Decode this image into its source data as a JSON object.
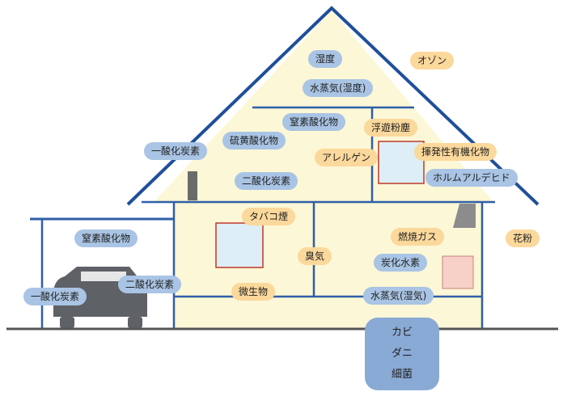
{
  "colors": {
    "roof": "#1f4f9a",
    "house_fill": "#fcf7d6",
    "wall_line": "#2f5fa8",
    "window_fill": "#ddeef6",
    "window_frame": "#c0392b",
    "blue_label": "#a9c4e4",
    "orange_label": "#fbd89b",
    "ground_box": "#8aaad6",
    "car": "#5e6166"
  },
  "labels": {
    "humidity": "湿度",
    "water_vapor_humidity": "水蒸気(湿度)",
    "ozone": "オゾン",
    "nitrogen_oxides_attic": "窒素酸化物",
    "suspended_dust": "浮遊粉塵",
    "carbon_monoxide_upper": "一酸化炭素",
    "sulfur_oxides": "硫黄酸化物",
    "allergen": "アレルゲン",
    "voc": "揮発性有機化物",
    "carbon_dioxide_upper": "二酸化炭素",
    "formaldehyde": "ホルムアルデヒド",
    "tobacco_smoke": "タバコ煙",
    "combustion_gas": "燃焼ガス",
    "pollen": "花粉",
    "nitrogen_oxides_garage": "窒素酸化物",
    "odor": "臭気",
    "hydrocarbons": "炭化水素",
    "carbon_dioxide_garage": "二酸化炭素",
    "carbon_monoxide_garage": "一酸化炭素",
    "microorganisms": "微生物",
    "water_vapor_moisture": "水蒸気(湿気)"
  },
  "ground": {
    "mold": "カビ",
    "mites": "ダニ",
    "bacteria": "細菌"
  }
}
